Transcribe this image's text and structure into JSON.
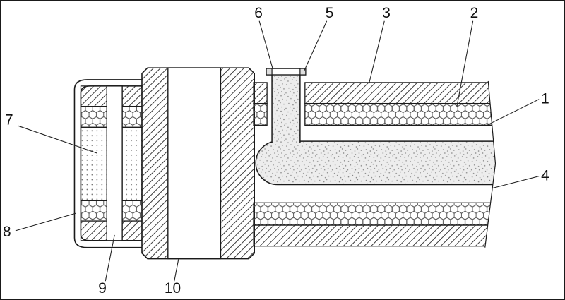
{
  "figure": {
    "labels": [
      "1",
      "2",
      "3",
      "4",
      "5",
      "6",
      "7",
      "8",
      "9",
      "10"
    ]
  },
  "colors": {
    "ink": "#1a1a1a",
    "paper": "#ffffff"
  }
}
